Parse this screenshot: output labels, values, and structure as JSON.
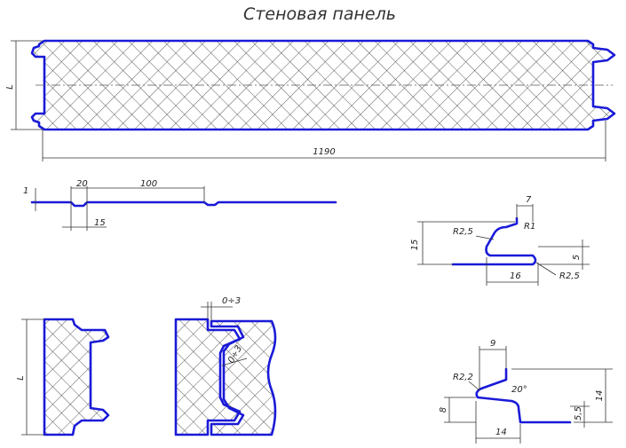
{
  "title": "Стеновая панель",
  "labels": {
    "height_l_main": "L",
    "width_1190": "1190",
    "dim_1": "1",
    "dim_20": "20",
    "dim_100": "100",
    "dim_15_small": "15",
    "dim_7": "7",
    "r25_top": "R2,5",
    "r1": "R1",
    "dim_15_vert": "15",
    "dim_5": "5",
    "dim_16": "16",
    "r25_bottom": "R2,5",
    "height_l_end": "L",
    "gap_03_top": "0÷3",
    "gap_03_side": "0÷3",
    "dim_9": "9",
    "r22": "R2,2",
    "angle_20": "20°",
    "dim_14_vert": "14",
    "dim_8": "8",
    "dim_55": "5,5",
    "dim_14_bottom": "14"
  },
  "colors": {
    "outline": "#1a1ad8",
    "dimension": "#333333",
    "hatch": "#333333"
  }
}
